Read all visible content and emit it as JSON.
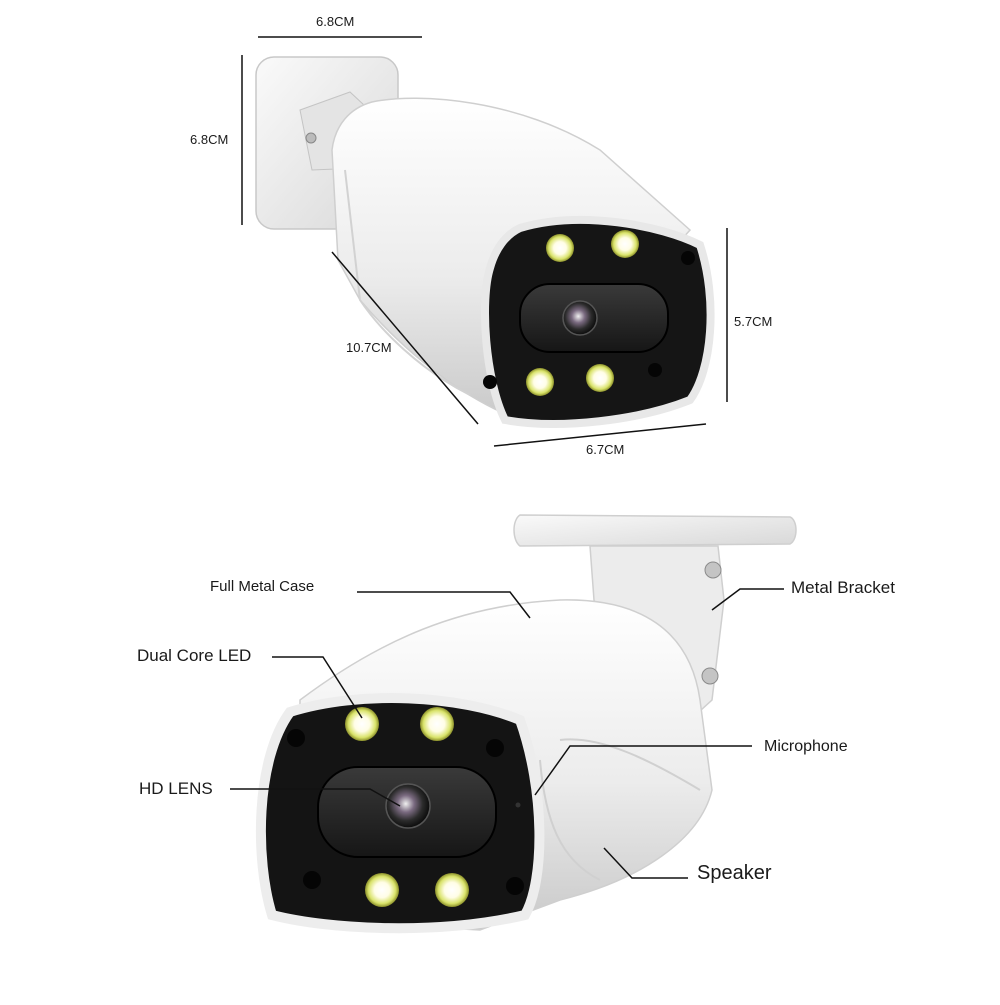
{
  "dimensions": {
    "top_width": "6.8CM",
    "bracket_height": "6.8CM",
    "body_length": "10.7CM",
    "front_height": "5.7CM",
    "front_width": "6.7CM"
  },
  "callouts": {
    "full_metal_case": "Full Metal Case",
    "metal_bracket": "Metal Bracket",
    "dual_core_led": "Dual Core LED",
    "microphone": "Microphone",
    "hd_lens": "HD LENS",
    "speaker": "Speaker"
  },
  "colors": {
    "housing": "#f2f2f2",
    "housing_shade": "#d6d6d6",
    "face": "#111111",
    "led": "#fffbe0",
    "line": "#111111"
  }
}
